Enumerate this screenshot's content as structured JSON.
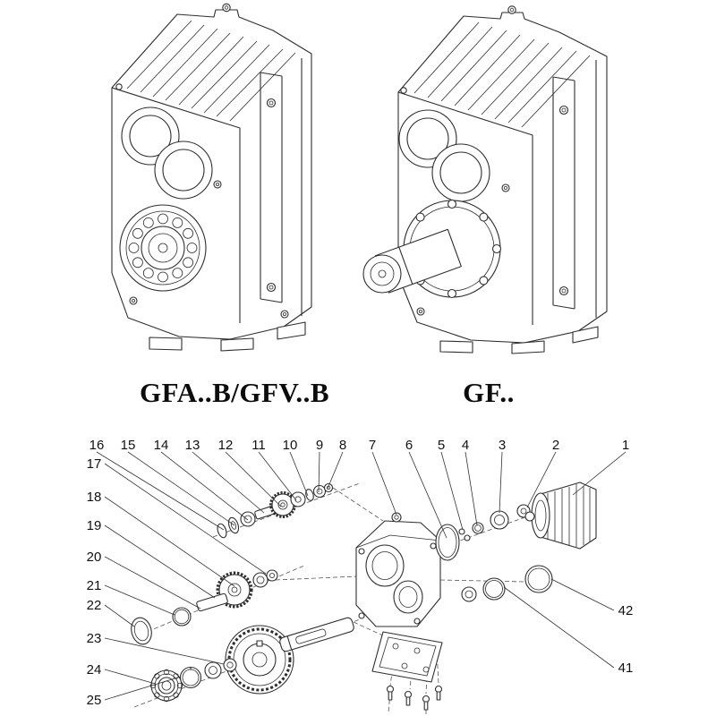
{
  "page": {
    "background": "#ffffff",
    "line_color": "#2e2e2e",
    "text_color": "#111111"
  },
  "captions": {
    "left_model": "GFA..B/GFV..B",
    "right_model": "GF.."
  },
  "exploded": {
    "top_row": [
      "16",
      "15",
      "14",
      "13",
      "12",
      "11",
      "10",
      "9",
      "8",
      "7",
      "6",
      "5",
      "4",
      "3",
      "2",
      "1"
    ],
    "left_column": [
      "17",
      "18",
      "19",
      "20",
      "21",
      "22",
      "23",
      "24",
      "25"
    ],
    "right_column": [
      "42",
      "41"
    ]
  }
}
